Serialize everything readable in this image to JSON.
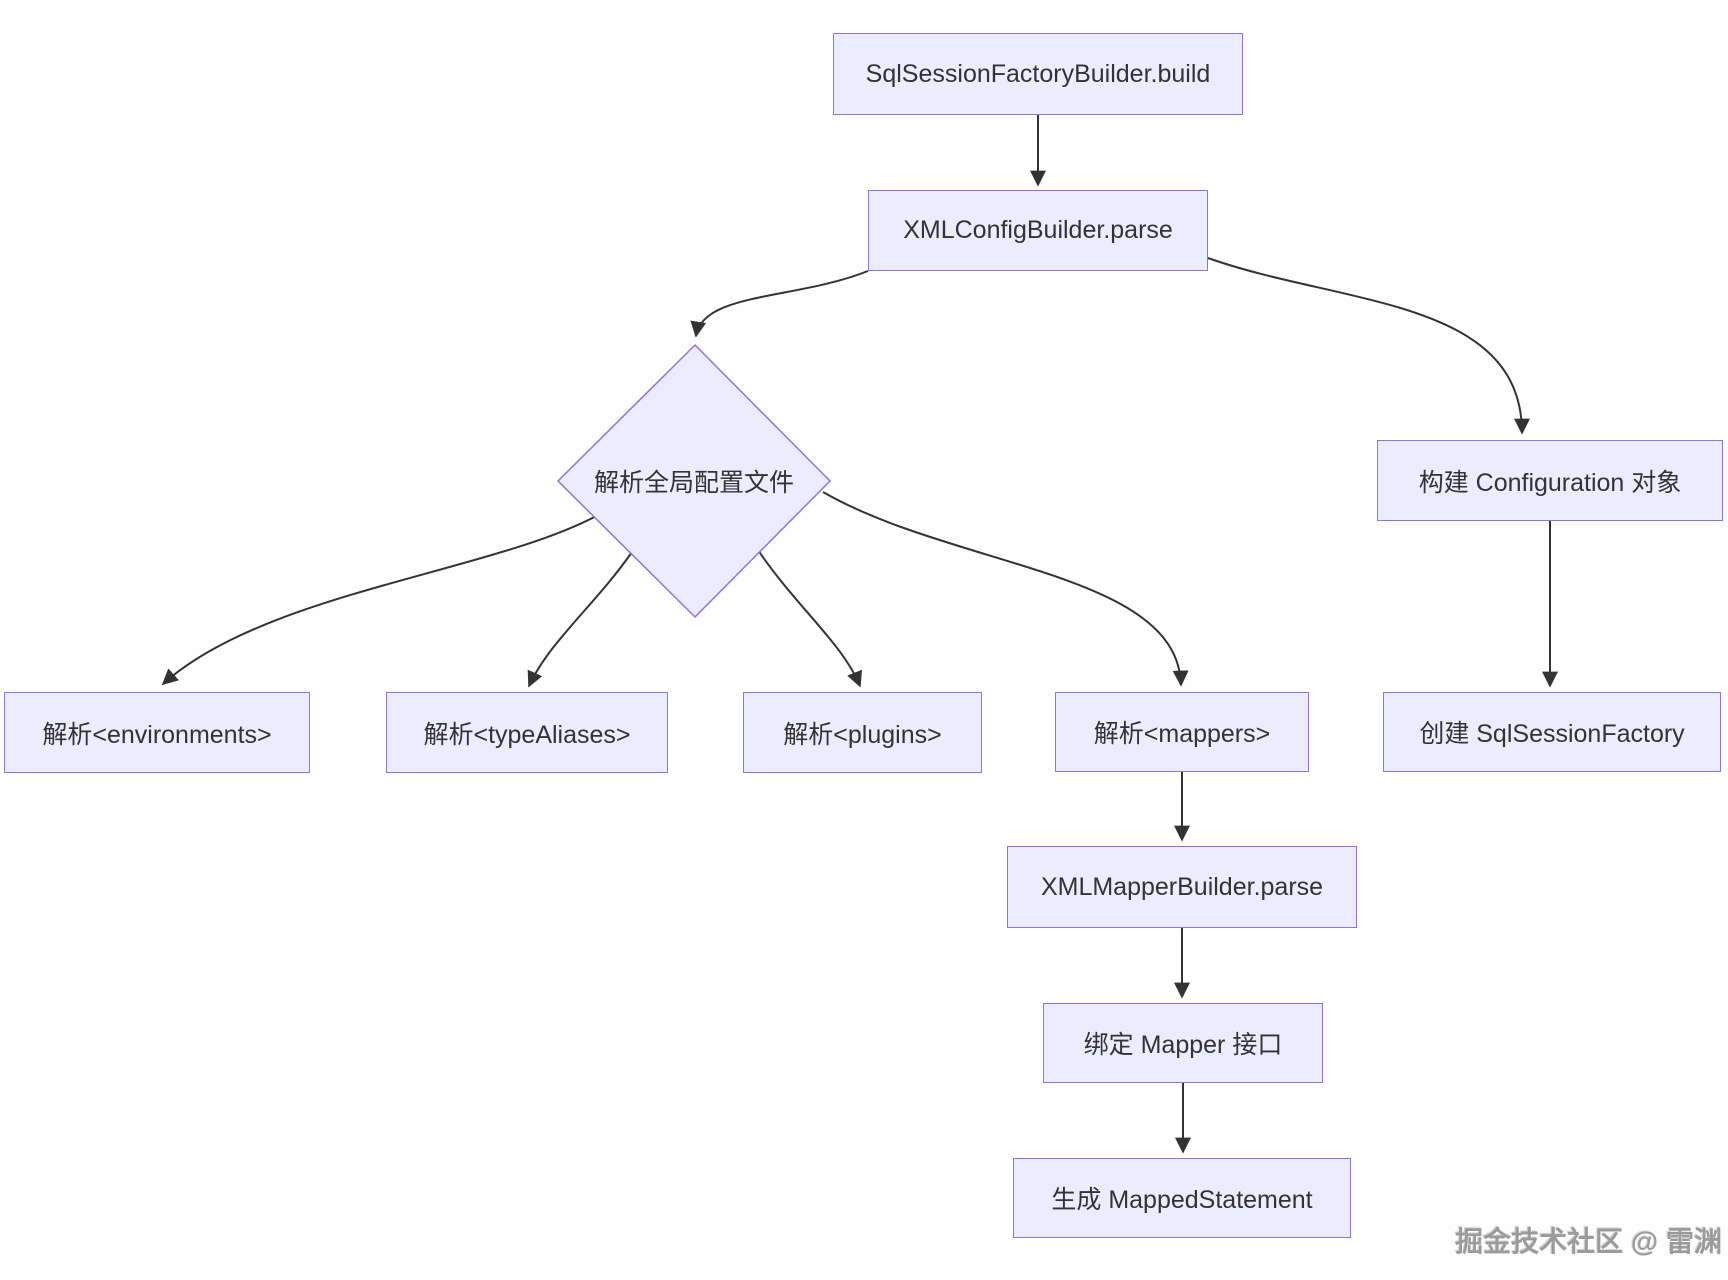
{
  "colors": {
    "background": "#fefefe",
    "node_fill": "#ECECFF",
    "node_border": "#9370DB",
    "text_color": "#333333",
    "edge_color": "#333333",
    "watermark_color": "#9b9b9b"
  },
  "nodes": {
    "sql_session_factory_builder_build": {
      "label": "SqlSessionFactoryBuilder.build"
    },
    "xml_config_builder_parse": {
      "label": "XMLConfigBuilder.parse"
    },
    "parse_global_config": {
      "label": "解析全局配置文件"
    },
    "parse_environments": {
      "label": "解析<environments>"
    },
    "parse_type_aliases": {
      "label": "解析<typeAliases>"
    },
    "parse_plugins": {
      "label": "解析<plugins>"
    },
    "parse_mappers": {
      "label": "解析<mappers>"
    },
    "build_configuration": {
      "label": "构建 Configuration 对象"
    },
    "create_sql_session_factory": {
      "label": "创建 SqlSessionFactory"
    },
    "xml_mapper_builder_parse": {
      "label": "XMLMapperBuilder.parse"
    },
    "bind_mapper_interface": {
      "label": "绑定 Mapper 接口"
    },
    "generate_mapped_statement": {
      "label": "生成 MappedStatement"
    }
  },
  "edges": [
    {
      "from": "sql_session_factory_builder_build",
      "to": "xml_config_builder_parse"
    },
    {
      "from": "xml_config_builder_parse",
      "to": "parse_global_config"
    },
    {
      "from": "xml_config_builder_parse",
      "to": "build_configuration"
    },
    {
      "from": "parse_global_config",
      "to": "parse_environments"
    },
    {
      "from": "parse_global_config",
      "to": "parse_type_aliases"
    },
    {
      "from": "parse_global_config",
      "to": "parse_plugins"
    },
    {
      "from": "parse_global_config",
      "to": "parse_mappers"
    },
    {
      "from": "build_configuration",
      "to": "create_sql_session_factory"
    },
    {
      "from": "parse_mappers",
      "to": "xml_mapper_builder_parse"
    },
    {
      "from": "xml_mapper_builder_parse",
      "to": "bind_mapper_interface"
    },
    {
      "from": "bind_mapper_interface",
      "to": "generate_mapped_statement"
    }
  ],
  "watermark": {
    "text": "掘金技术社区 @ 雷渊"
  }
}
